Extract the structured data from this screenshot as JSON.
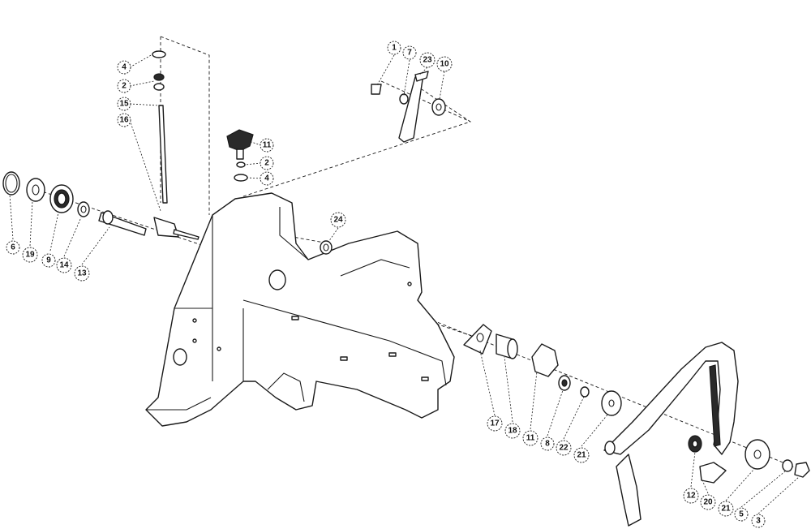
{
  "callouts": [
    {
      "id": "c-4a",
      "label": "4"
    },
    {
      "id": "c-2a",
      "label": "2"
    },
    {
      "id": "c-15",
      "label": "15"
    },
    {
      "id": "c-16",
      "label": "16"
    },
    {
      "id": "c-11a",
      "label": "11"
    },
    {
      "id": "c-2b",
      "label": "2"
    },
    {
      "id": "c-4b",
      "label": "4"
    },
    {
      "id": "c-1",
      "label": "1"
    },
    {
      "id": "c-7",
      "label": "7"
    },
    {
      "id": "c-23",
      "label": "23"
    },
    {
      "id": "c-10",
      "label": "10"
    },
    {
      "id": "c-24",
      "label": "24"
    },
    {
      "id": "c-6",
      "label": "6"
    },
    {
      "id": "c-19",
      "label": "19"
    },
    {
      "id": "c-9",
      "label": "9"
    },
    {
      "id": "c-14",
      "label": "14"
    },
    {
      "id": "c-13",
      "label": "13"
    },
    {
      "id": "c-17",
      "label": "17"
    },
    {
      "id": "c-18",
      "label": "18"
    },
    {
      "id": "c-11b",
      "label": "11"
    },
    {
      "id": "c-8",
      "label": "8"
    },
    {
      "id": "c-22",
      "label": "22"
    },
    {
      "id": "c-21a",
      "label": "21"
    },
    {
      "id": "c-12",
      "label": "12"
    },
    {
      "id": "c-20",
      "label": "20"
    },
    {
      "id": "c-21b",
      "label": "21"
    },
    {
      "id": "c-5",
      "label": "5"
    },
    {
      "id": "c-3",
      "label": "3"
    }
  ]
}
